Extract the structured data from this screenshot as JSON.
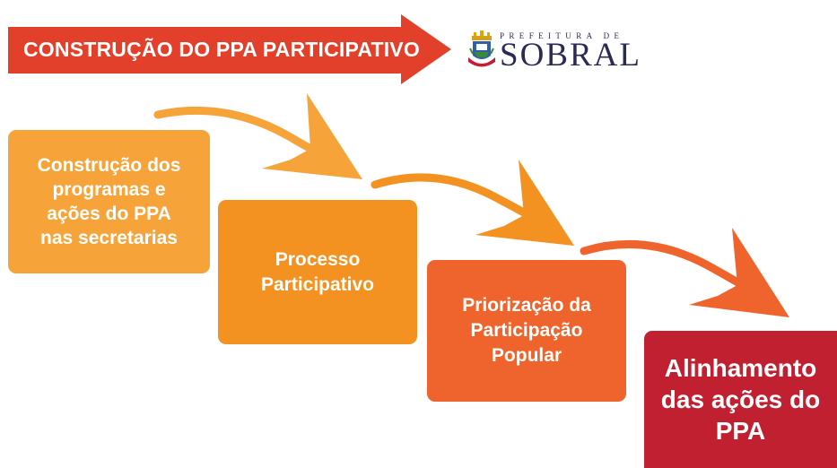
{
  "banner": {
    "title": "CONSTRUÇÃO DO PPA PARTICIPATIVO",
    "color": "#e2402a"
  },
  "logo": {
    "line1": "PREFEITURA DE",
    "line2": "SOBRAL",
    "color": "#2b2a55"
  },
  "steps": [
    {
      "label": "Construção dos programas e ações do PPA nas secretarias",
      "color": "#f6a43a"
    },
    {
      "label": "Processo Participativo",
      "color": "#f39221"
    },
    {
      "label": "Priorização da Participação Popular",
      "color": "#ef642c"
    },
    {
      "label": "Alinhamento das ações do PPA",
      "color": "#c0202f"
    }
  ],
  "connectors": [
    {
      "from": 1,
      "to": 2,
      "color": "#f6a43a",
      "icon": "curved-arrow-icon"
    },
    {
      "from": 2,
      "to": 3,
      "color": "#f39221",
      "icon": "curved-arrow-icon"
    },
    {
      "from": 3,
      "to": 4,
      "color": "#ef642c",
      "icon": "curved-arrow-icon"
    }
  ]
}
